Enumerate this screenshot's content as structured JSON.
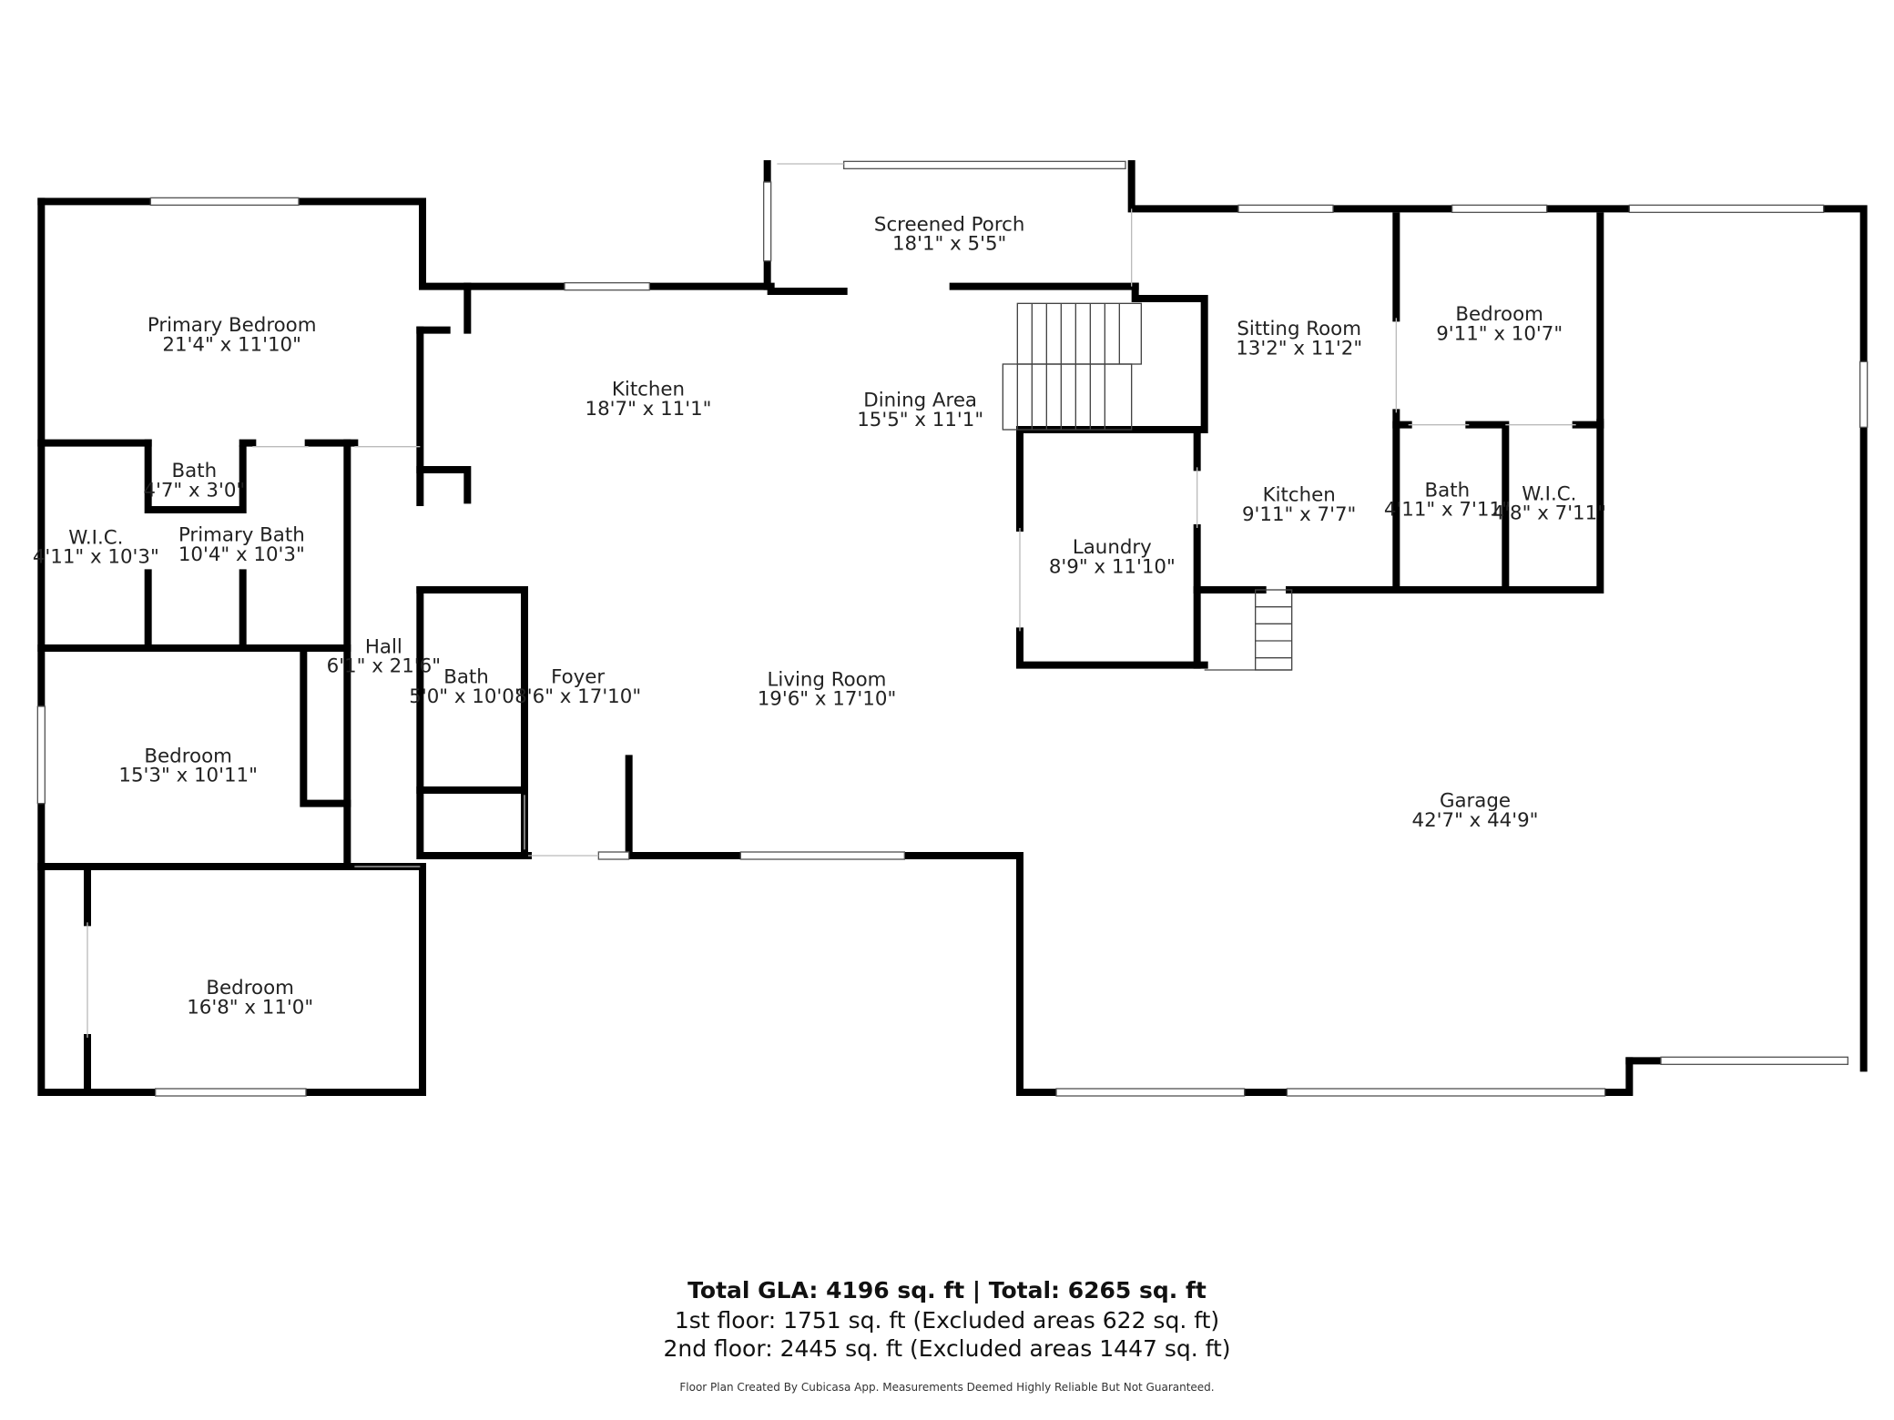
{
  "rooms": [
    {
      "name": "Primary Bedroom",
      "dims": "21'4\" x 11'10\""
    },
    {
      "name": "Bath",
      "dims": "4'7\" x 3'0\""
    },
    {
      "name": "W.I.C.",
      "dims": "4'11\" x 10'3\""
    },
    {
      "name": "Primary Bath",
      "dims": "10'4\" x 10'3\""
    },
    {
      "name": "Hall",
      "dims": "6'1\" x 21'6\""
    },
    {
      "name": "Bedroom",
      "dims": "15'3\" x 10'11\""
    },
    {
      "name": "Bedroom",
      "dims": "16'8\" x 11'0\""
    },
    {
      "name": "Bath",
      "dims": "5'0\" x 10'0\""
    },
    {
      "name": "Foyer",
      "dims": "8'6\" x 17'10\""
    },
    {
      "name": "Kitchen",
      "dims": "18'7\" x 11'1\""
    },
    {
      "name": "Dining Area",
      "dims": "15'5\" x 11'1\""
    },
    {
      "name": "Living Room",
      "dims": "19'6\" x 17'10\""
    },
    {
      "name": "Screened Porch",
      "dims": "18'1\" x 5'5\""
    },
    {
      "name": "Laundry",
      "dims": "8'9\" x 11'10\""
    },
    {
      "name": "Sitting Room",
      "dims": "13'2\" x 11'2\""
    },
    {
      "name": "Kitchen",
      "dims": "9'11\" x 7'7\""
    },
    {
      "name": "Bedroom",
      "dims": "9'11\" x 10'7\""
    },
    {
      "name": "Bath",
      "dims": "4'11\" x 7'11\""
    },
    {
      "name": "W.I.C.",
      "dims": "4'8\" x 7'11\""
    },
    {
      "name": "Garage",
      "dims": "42'7\" x 44'9\""
    }
  ],
  "totals": {
    "headline": "Total GLA: 4196 sq. ft | Total: 6265 sq. ft",
    "floor1": "1st floor: 1751 sq. ft (Excluded areas 622 sq. ft)",
    "floor2": "2nd floor: 2445 sq. ft (Excluded areas 1447 sq. ft)"
  },
  "footer_note": "Floor Plan Created By Cubicasa App. Measurements Deemed Highly Reliable But Not Guaranteed."
}
